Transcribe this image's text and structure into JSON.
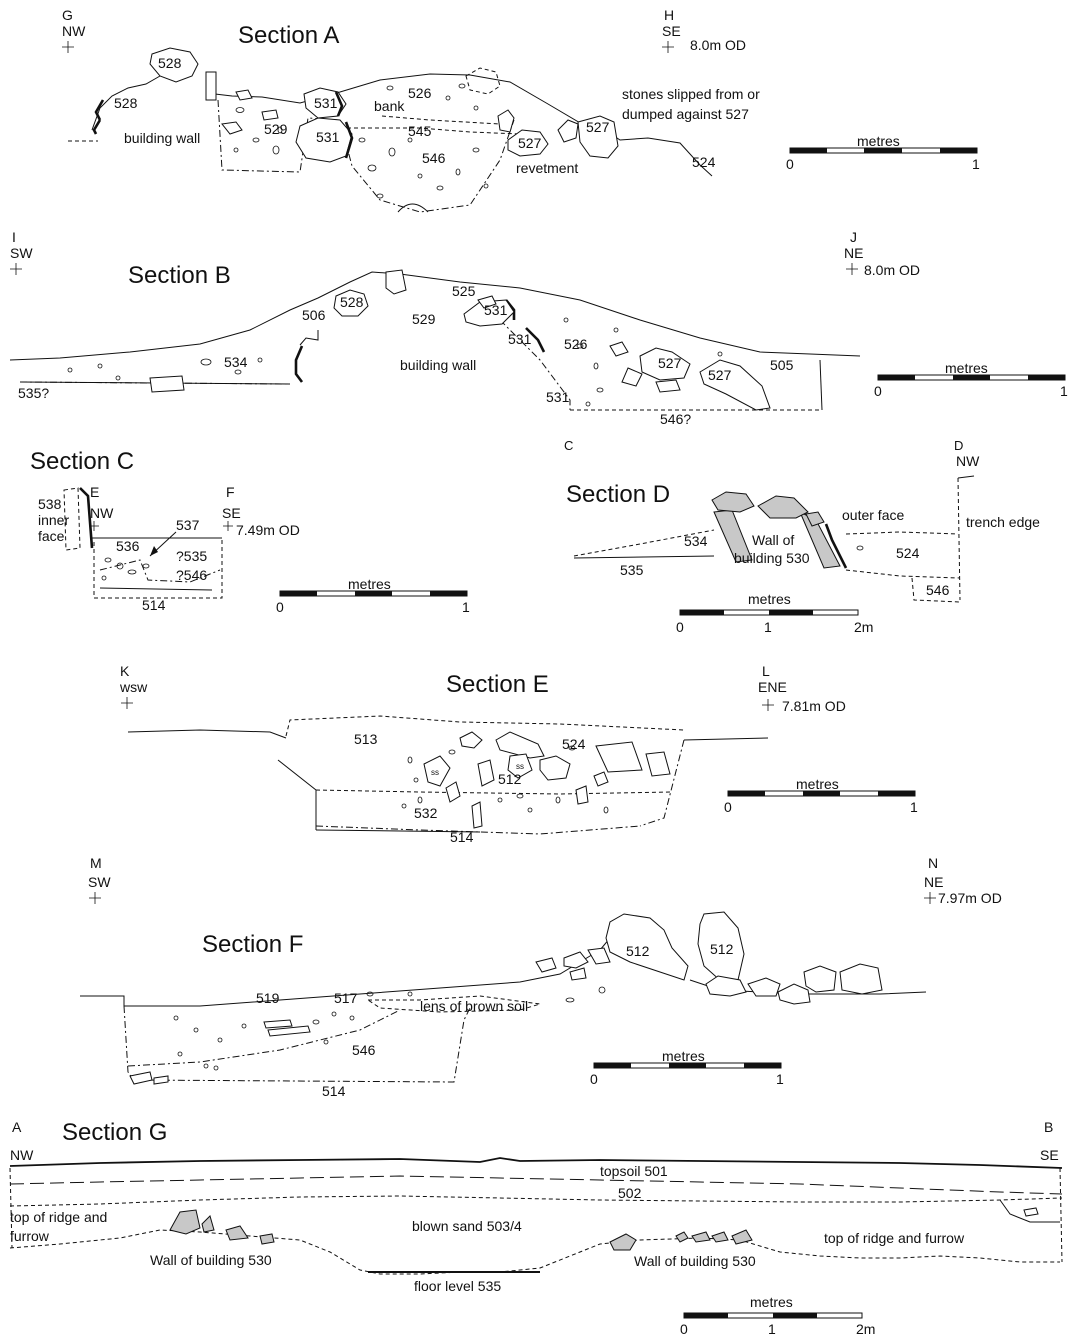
{
  "sections": {
    "a": {
      "title": "Section A",
      "left_point": "G",
      "left_dir": "NW",
      "right_point": "H",
      "right_dir": "SE",
      "datum": "8.0m OD",
      "labels": {
        "c528_top": "528",
        "c528_left": "528",
        "building_wall": "building wall",
        "c529": "529",
        "c531_top": "531",
        "c531_big": "531",
        "bank": "bank",
        "c526": "526",
        "c545": "545",
        "c546": "546",
        "c527_mid": "527",
        "c527_right": "527",
        "revetment": "revetment",
        "stones_note_1": "stones slipped from or",
        "stones_note_2": "dumped against 527",
        "c524": "524"
      },
      "scale": {
        "unit": "metres",
        "ticks": [
          "0",
          "1"
        ]
      }
    },
    "b": {
      "title": "Section B",
      "left_point": "I",
      "left_dir": "SW",
      "right_point": "J",
      "right_dir": "NE",
      "datum": "8.0m OD",
      "labels": {
        "c535": "535?",
        "c534": "534",
        "c506": "506",
        "c528": "528",
        "building_wall": "building wall",
        "c529": "529",
        "c525": "525",
        "c531_a": "531",
        "c531_b": "531",
        "c531_c": "531",
        "c526": "526",
        "c527_a": "527",
        "c527_b": "527",
        "c505": "505",
        "c546": "546?"
      },
      "scale": {
        "unit": "metres",
        "ticks": [
          "0",
          "1"
        ]
      }
    },
    "c": {
      "title": "Section C",
      "left_point": "E",
      "left_dir": "NW",
      "right_point": "F",
      "right_dir": "SE",
      "datum": "7.49m OD",
      "labels": {
        "c538": "538",
        "inner": "inner",
        "face": "face",
        "c536": "536",
        "c537": "537",
        "c535": "?535",
        "c546": "?546",
        "c514": "514"
      },
      "scale": {
        "unit": "metres",
        "ticks": [
          "0",
          "1"
        ]
      }
    },
    "d": {
      "title": "Section D",
      "left_point": "C",
      "right_point": "D",
      "right_dir": "NW",
      "labels": {
        "c534": "534",
        "c535": "535",
        "wall_1": "Wall of",
        "wall_2": "building 530",
        "outer_face": "outer face",
        "trench_edge": "trench edge",
        "c524": "524",
        "c546": "546"
      },
      "scale": {
        "unit": "metres",
        "ticks": [
          "0",
          "1",
          "2m"
        ]
      }
    },
    "e": {
      "title": "Section E",
      "left_point": "K",
      "left_dir": "wsw",
      "right_point": "L",
      "right_dir": "ENE",
      "datum": "7.81m OD",
      "labels": {
        "c513": "513",
        "c524": "524",
        "c512": "512",
        "c532": "532",
        "c514": "514",
        "ss_1": "ss",
        "ss_2": "ss"
      },
      "scale": {
        "unit": "metres",
        "ticks": [
          "0",
          "1"
        ]
      }
    },
    "f": {
      "title": "Section F",
      "left_point": "M",
      "left_dir": "SW",
      "right_point": "N",
      "right_dir": "NE",
      "datum": "7.97m OD",
      "labels": {
        "c519": "519",
        "c517": "517",
        "lens": "lens of brown soil",
        "c546": "546",
        "c514": "514",
        "c512_a": "512",
        "c512_b": "512"
      },
      "scale": {
        "unit": "metres",
        "ticks": [
          "0",
          "1"
        ]
      }
    },
    "g": {
      "title": "Section G",
      "left_point": "A",
      "left_dir": "NW",
      "right_point": "B",
      "right_dir": "SE",
      "labels": {
        "topsoil": "topsoil 501",
        "c502": "502",
        "blown_sand": "blown sand 503/4",
        "ridge_left_1": "top of ridge and",
        "ridge_left_2": "furrow",
        "ridge_right": "top of ridge and furrow",
        "wall_left": "Wall of building 530",
        "wall_right": "Wall of building 530",
        "floor": "floor level 535"
      },
      "scale": {
        "unit": "metres",
        "ticks": [
          "0",
          "1",
          "2m"
        ]
      }
    }
  }
}
